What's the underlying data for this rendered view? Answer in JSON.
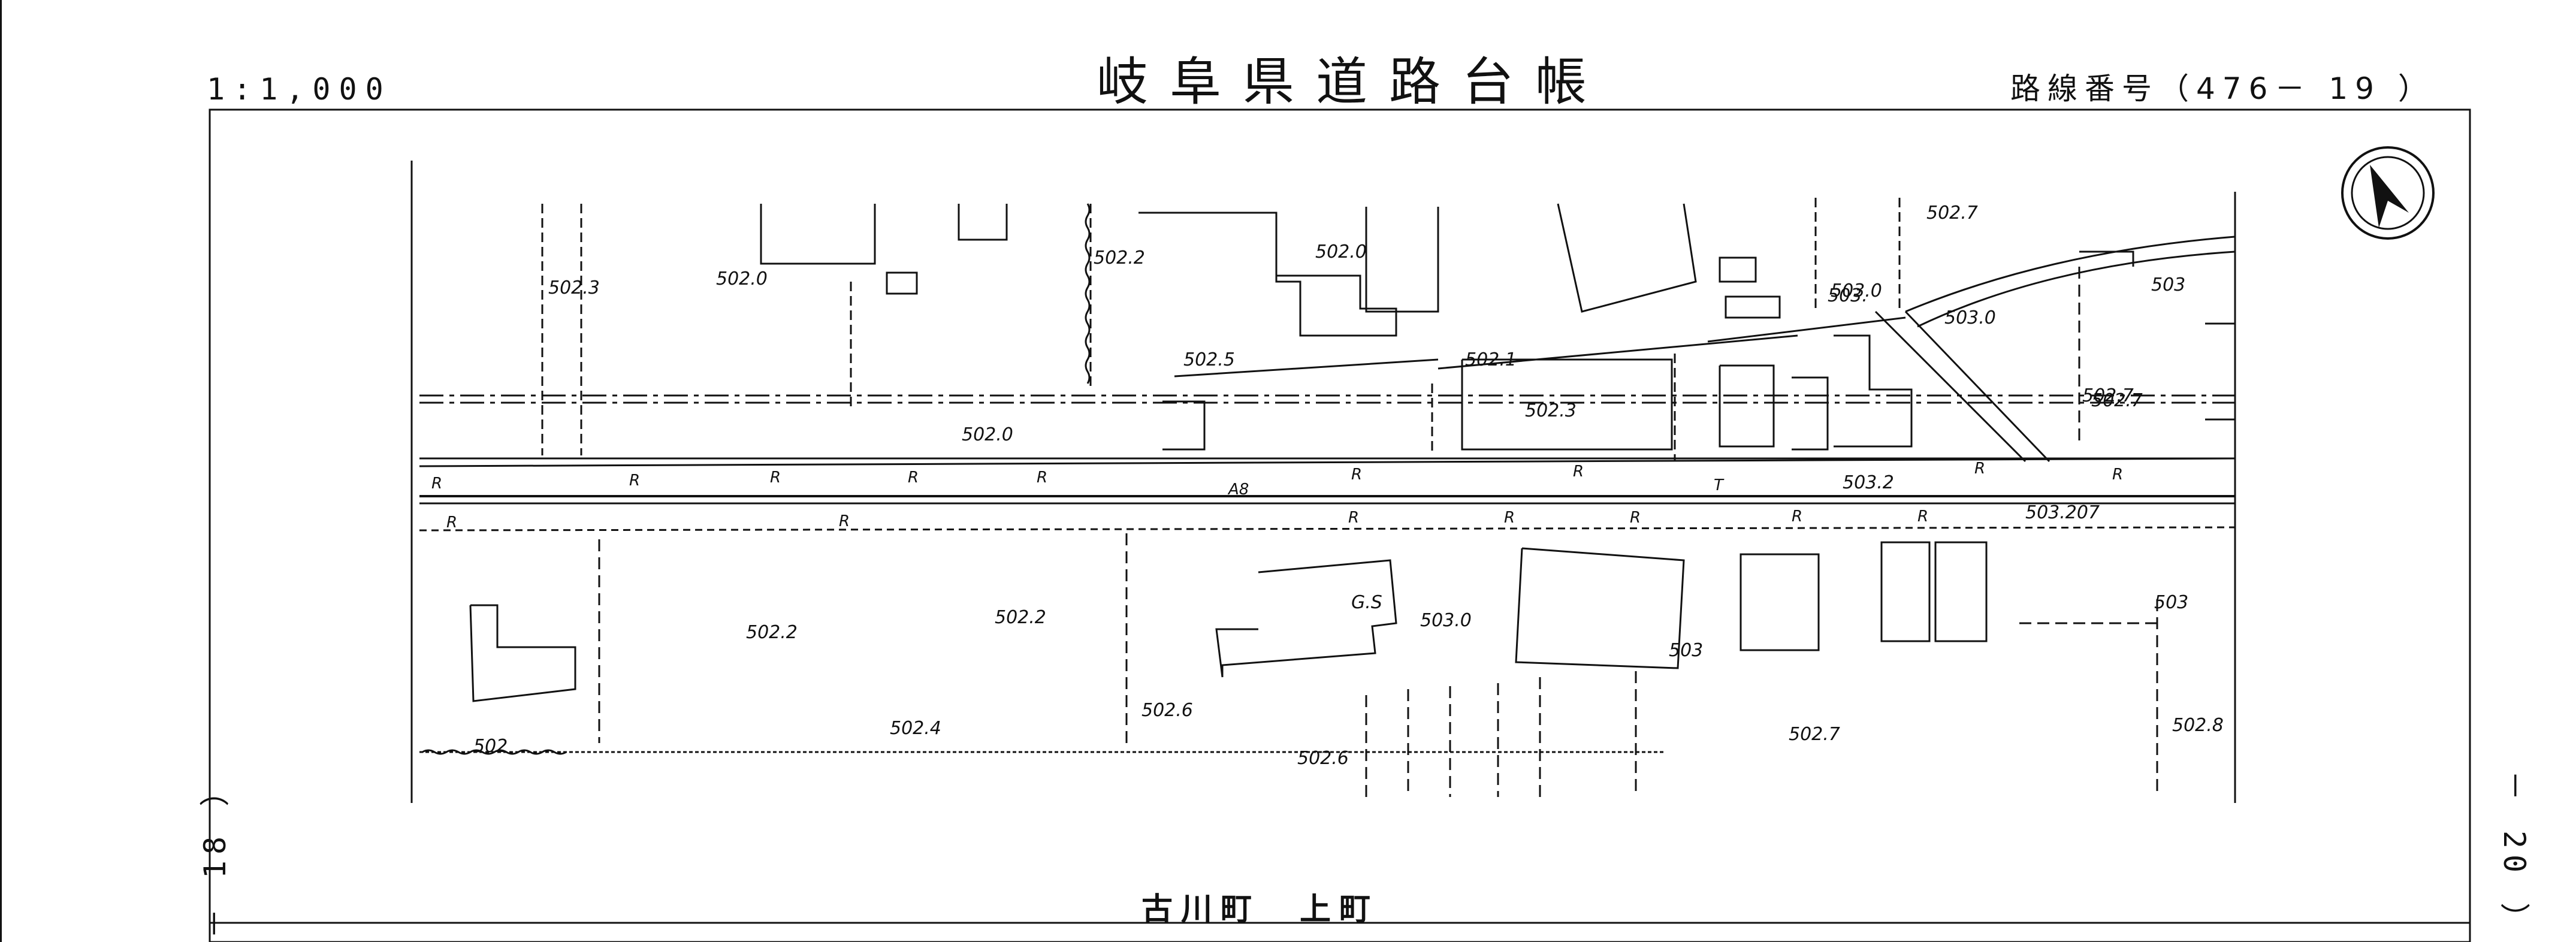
{
  "sheet": {
    "title": "岐阜県道路台帳",
    "scale": "1:1,000",
    "route_number": "路線番号（476－ 19 ）",
    "adjacent_left": "－ 18 ）",
    "adjacent_right": "－ 20 ）",
    "district_label": "古川町　上町"
  },
  "map": {
    "elevations": [
      "502.3",
      "502.0",
      "502.2",
      "502.0",
      "502.5",
      "502.1",
      "502.3",
      "503.0",
      "503.0",
      "502.7",
      "502.7",
      "502.0",
      "503",
      "502.2",
      "502.2",
      "502.4",
      "502.6",
      "502.6",
      "503.0",
      "503",
      "502.7",
      "503",
      "502.8",
      "503.2",
      "503.207",
      "503.",
      "502",
      "502.7"
    ],
    "road_marks": [
      "R",
      "R",
      "R",
      "R",
      "R",
      "R",
      "R",
      "R",
      "R",
      "R",
      "R",
      "R",
      "R",
      "R",
      "R",
      "R",
      "A8",
      "T"
    ],
    "facility_labels": [
      "G.S"
    ],
    "north_arrow": "north-arrow",
    "line_color": "#111111"
  }
}
